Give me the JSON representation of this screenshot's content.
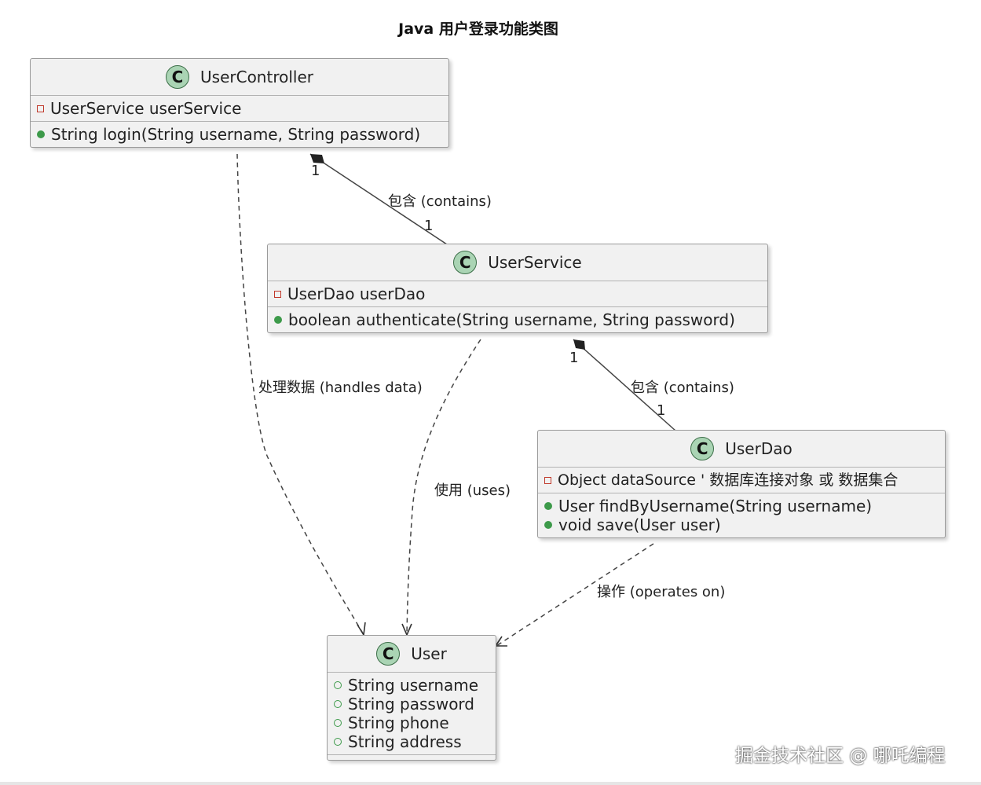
{
  "title": "Java 用户登录功能类图",
  "classes": {
    "user_controller": {
      "name": "UserController",
      "fields": [
        "UserService userService"
      ],
      "methods": [
        "String login(String username, String password)"
      ]
    },
    "user_service": {
      "name": "UserService",
      "fields": [
        "UserDao userDao"
      ],
      "methods": [
        "boolean authenticate(String username, String password)"
      ]
    },
    "user_dao": {
      "name": "UserDao",
      "fields": [
        "Object dataSource ' 数据库连接对象 或 数据集合"
      ],
      "methods": [
        "User findByUsername(String username)",
        "void save(User user)"
      ]
    },
    "user": {
      "name": "User",
      "fields": [
        "String username",
        "String password",
        "String phone",
        "String address"
      ]
    }
  },
  "class_badge": "C",
  "relations": {
    "controller_service": {
      "label": "包含 (contains)",
      "from_mult": "1",
      "to_mult": "1"
    },
    "service_dao": {
      "label": "包含 (contains)",
      "from_mult": "1",
      "to_mult": "1"
    },
    "controller_user": {
      "label": "处理数据 (handles data)"
    },
    "service_user": {
      "label": "使用 (uses)"
    },
    "dao_user": {
      "label": "操作 (operates on)"
    }
  },
  "watermark": "掘金技术社区 @ 哪吒编程"
}
